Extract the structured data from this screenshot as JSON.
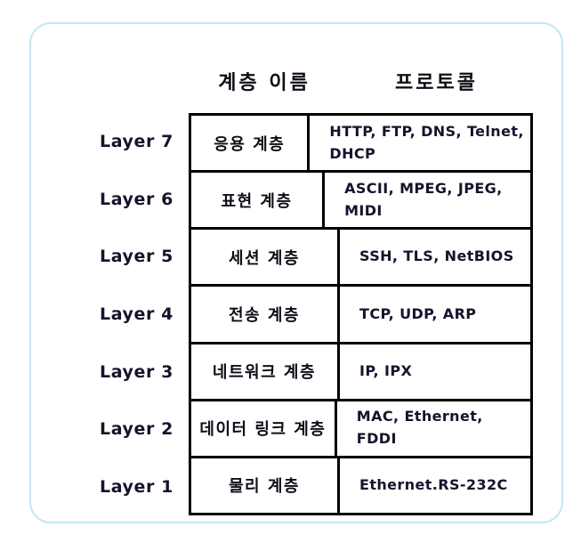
{
  "frame": {
    "border_color": "#c4e7f4",
    "background": "#ffffff"
  },
  "headers": {
    "layer_name": "계층 이름",
    "protocol": "프로토콜"
  },
  "table": {
    "border_color": "#000000",
    "rows": [
      {
        "layer": "Layer 7",
        "name": "응용 계층",
        "protocols": "HTTP, FTP, DNS, Telnet, DHCP"
      },
      {
        "layer": "Layer 6",
        "name": "표현 계층",
        "protocols": "ASCII, MPEG, JPEG, MIDI"
      },
      {
        "layer": "Layer 5",
        "name": "세션 계층",
        "protocols": "SSH, TLS, NetBIOS"
      },
      {
        "layer": "Layer 4",
        "name": "전송 계층",
        "protocols": "TCP, UDP, ARP"
      },
      {
        "layer": "Layer 3",
        "name": "네트워크 계층",
        "protocols": "IP, IPX"
      },
      {
        "layer": "Layer 2",
        "name": "데이터 링크 계층",
        "protocols": "MAC, Ethernet, FDDI"
      },
      {
        "layer": "Layer 1",
        "name": "물리 계층",
        "protocols": "Ethernet.RS-232C"
      }
    ]
  }
}
